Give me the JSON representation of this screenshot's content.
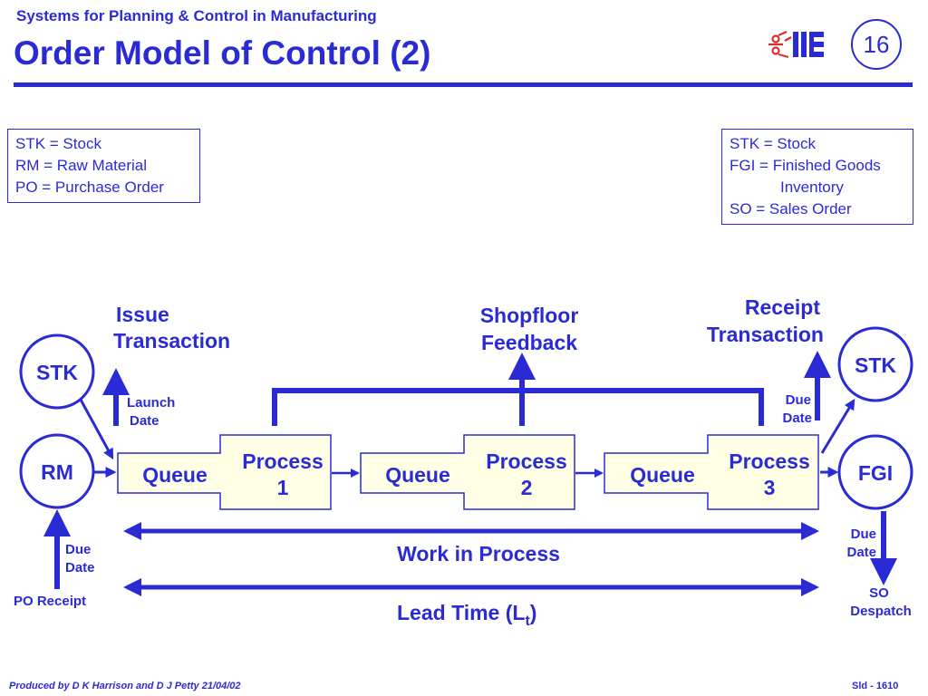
{
  "header": {
    "subtitle": "Systems for Planning & Control in Manufacturing",
    "title": "Order Model of Control (2)",
    "page_number": "16",
    "logo_text": "IIE"
  },
  "legend_left": {
    "lines": [
      "STK = Stock",
      "RM = Raw Material",
      "PO = Purchase Order"
    ]
  },
  "legend_right": {
    "lines": [
      "STK = Stock",
      "FGI = Finished Goods",
      "Inventory",
      "SO = Sales Order"
    ]
  },
  "diagram": {
    "nodes": {
      "stk_left": "STK",
      "rm": "RM",
      "stk_right": "STK",
      "fgi": "FGI"
    },
    "queue_label": "Queue",
    "processes": [
      {
        "line1": "Process",
        "line2": "1"
      },
      {
        "line1": "Process",
        "line2": "2"
      },
      {
        "line1": "Process",
        "line2": "3"
      }
    ],
    "labels": {
      "issue_transaction_1": "Issue",
      "issue_transaction_2": "Transaction",
      "shopfloor_1": "Shopfloor",
      "shopfloor_2": "Feedback",
      "receipt_1": "Receipt",
      "receipt_2": "Transaction",
      "launch_1": "Launch",
      "launch_2": "Date",
      "due_right_1": "Due",
      "due_right_2": "Date",
      "due_rm_1": "Due",
      "due_rm_2": "Date",
      "due_fgi_1": "Due",
      "due_fgi_2": "Date",
      "po_receipt": "PO Receipt",
      "so_1": "SO",
      "so_2": "Despatch",
      "wip": "Work in Process",
      "lead_time": "Lead Time (L",
      "lead_time_sub": "t",
      "lead_time_close": ")"
    }
  },
  "footer": {
    "left": "Produced by D K Harrison and D J Petty 21/04/02",
    "right": "Sld - 1610"
  },
  "colors": {
    "primary": "#2b2bd6",
    "process_fill": "#ffffe6"
  }
}
